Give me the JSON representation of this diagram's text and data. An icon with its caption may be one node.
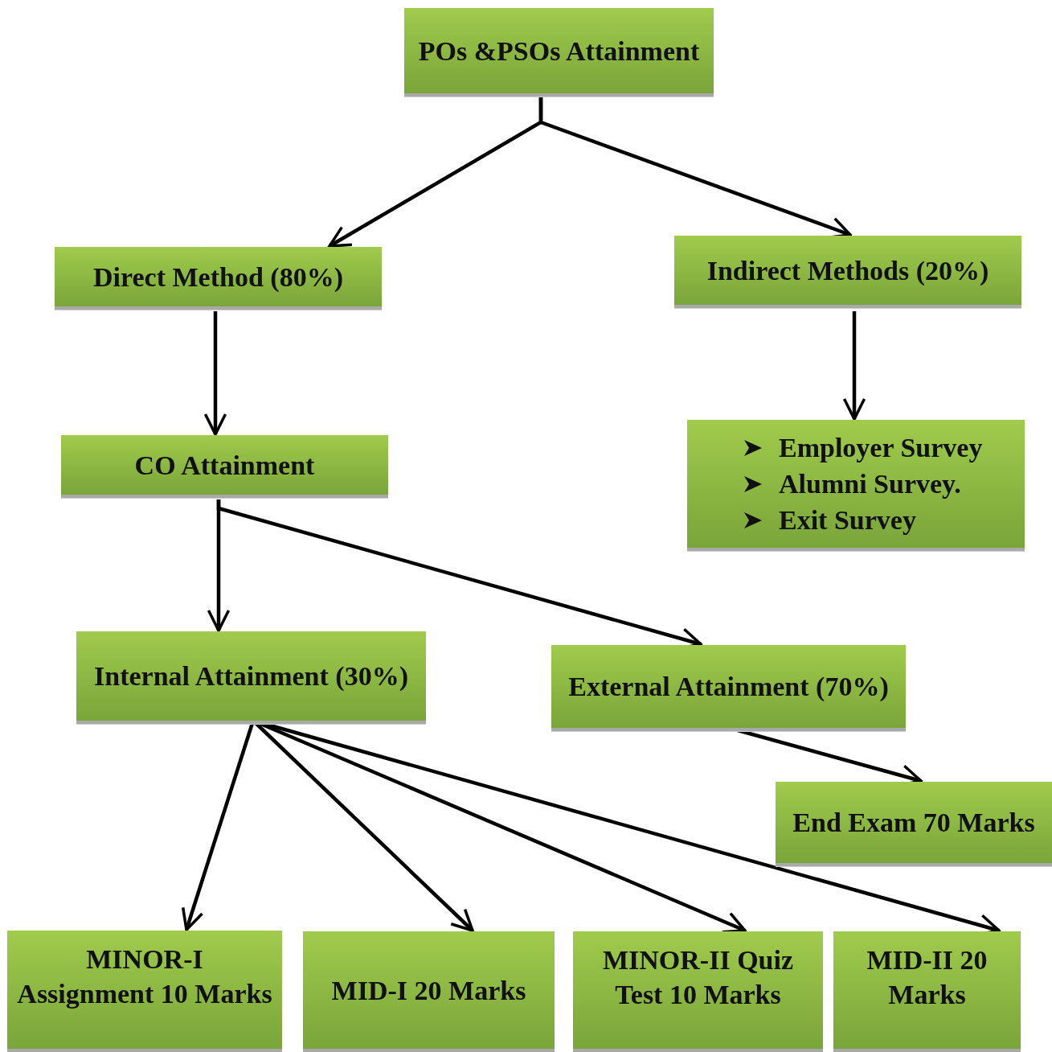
{
  "diagram": {
    "nodes": [
      {
        "text": [
          "POs &PSOs Attainment"
        ]
      },
      {
        "text": [
          "Direct Method (80%)"
        ]
      },
      {
        "text": [
          "Indirect Methods (20%)"
        ]
      },
      {
        "text": [
          "CO Attainment"
        ]
      },
      {
        "text": [
          "Employer Survey",
          "Alumni Survey.",
          "Exit Survey"
        ]
      },
      {
        "text": [
          "Internal Attainment (30%)"
        ]
      },
      {
        "text": [
          "External Attainment (70%)"
        ]
      },
      {
        "text": [
          "End Exam 70 Marks"
        ]
      },
      {
        "text": [
          "MINOR-I Assignment 10 Marks"
        ]
      },
      {
        "text": [
          "MID-I 20 Marks"
        ]
      },
      {
        "text": [
          "MINOR-II Quiz Test 10 Marks"
        ]
      },
      {
        "text": [
          "MID-II 20 Marks"
        ]
      }
    ],
    "edges": [
      {
        "from": 0,
        "to": 1,
        "arrow": "to"
      },
      {
        "from": 0,
        "to": 2,
        "arrow": "to"
      },
      {
        "from": 1,
        "to": 3,
        "arrow": "to"
      },
      {
        "from": 2,
        "to": 4,
        "arrow": "to"
      },
      {
        "from": 3,
        "to": 5,
        "arrow": "to"
      },
      {
        "from": 3,
        "to": 6,
        "arrow": "to"
      },
      {
        "from": 6,
        "to": 7,
        "arrow": "to"
      },
      {
        "from": 5,
        "to": 8,
        "arrow": "to"
      },
      {
        "from": 5,
        "to": 9,
        "arrow": "to"
      },
      {
        "from": 5,
        "to": 10,
        "arrow": "to"
      },
      {
        "from": 5,
        "to": 11,
        "arrow": "to"
      }
    ]
  }
}
